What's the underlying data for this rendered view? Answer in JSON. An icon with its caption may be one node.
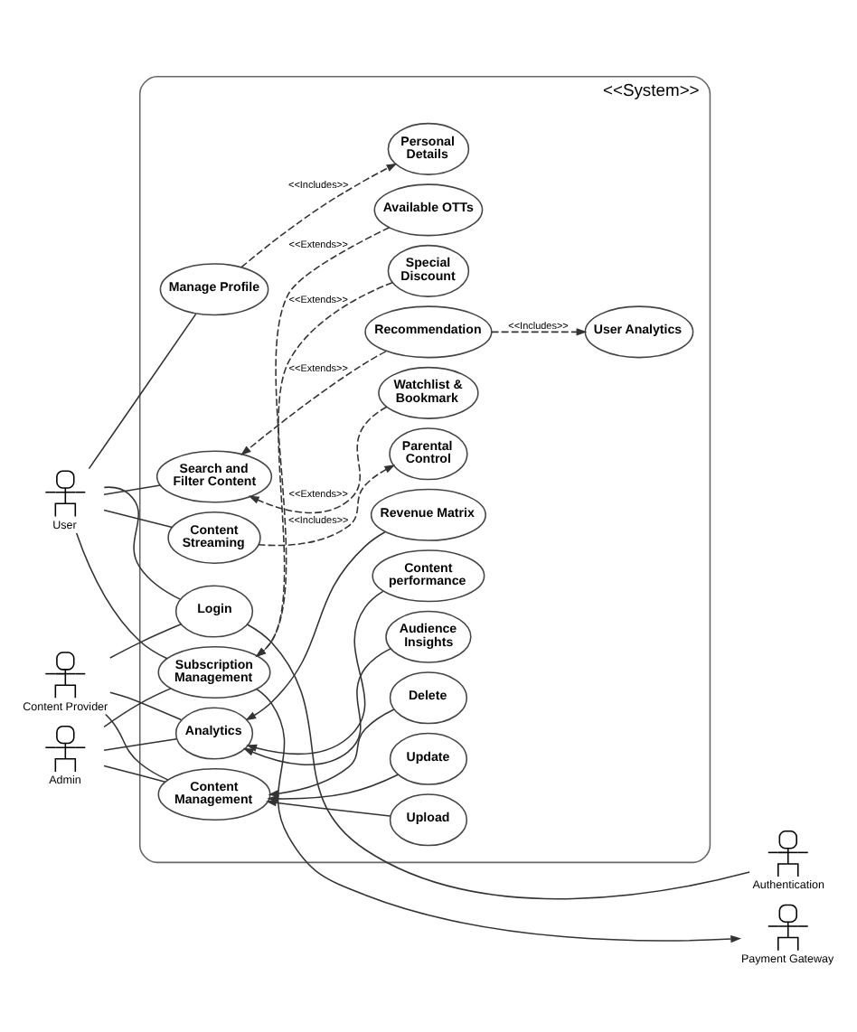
{
  "diagram": {
    "nodes": [
      {
        "text": [
          "User"
        ]
      },
      {
        "text": [
          "Content Provider"
        ]
      },
      {
        "text": [
          "Admin"
        ]
      },
      {
        "text": [
          "<<System>>"
        ]
      },
      {
        "text": [
          "Login"
        ],
        "in": 3
      },
      {
        "text": [
          "Manage Profile"
        ],
        "in": 3
      },
      {
        "text": [
          "Personal Details"
        ],
        "in": 3
      },
      {
        "text": [
          "Subscription Management"
        ],
        "in": 3
      },
      {
        "text": [
          "Special Discount"
        ],
        "in": 3
      },
      {
        "text": [
          "Available OTTs"
        ],
        "in": 3
      },
      {
        "text": [
          "Search and Filter Content"
        ],
        "in": 3
      },
      {
        "text": [
          "Watchlist & Bookmark"
        ],
        "in": 3
      },
      {
        "text": [
          "Recommendation"
        ],
        "in": 3
      },
      {
        "text": [
          "User Analytics"
        ],
        "in": 3
      },
      {
        "text": [
          "Content Streaming"
        ],
        "in": 3
      },
      {
        "text": [
          "Parental Control"
        ],
        "in": 3
      },
      {
        "text": [
          "Analytics"
        ],
        "in": 3
      },
      {
        "text": [
          "Audience Insights"
        ],
        "in": 3
      },
      {
        "text": [
          "Content performance"
        ],
        "in": 3
      },
      {
        "text": [
          "Revenue Matrix"
        ],
        "in": 3
      },
      {
        "text": [
          "Content Management"
        ],
        "in": 3
      },
      {
        "text": [
          "Upload"
        ],
        "in": 3
      },
      {
        "text": [
          "Update"
        ],
        "in": 3
      },
      {
        "text": [
          "Delete"
        ],
        "in": 3
      },
      {
        "text": [
          "Authentication"
        ]
      },
      {
        "text": [
          "Payment Gateway"
        ]
      }
    ],
    "edges": [
      {
        "from": 0,
        "to": 4,
        "arrow": "none"
      },
      {
        "from": 0,
        "to": 5,
        "arrow": "none"
      },
      {
        "from": 0,
        "to": 7,
        "arrow": "none"
      },
      {
        "from": 0,
        "to": 10,
        "arrow": "none"
      },
      {
        "from": 0,
        "to": 14,
        "arrow": "none"
      },
      {
        "from": 1,
        "to": 4,
        "arrow": "none"
      },
      {
        "from": 1,
        "to": 16,
        "arrow": "none"
      },
      {
        "from": 1,
        "to": 20,
        "arrow": "none"
      },
      {
        "from": 2,
        "to": 7,
        "arrow": "none"
      },
      {
        "from": 2,
        "to": 16,
        "arrow": "none"
      },
      {
        "from": 2,
        "to": 20,
        "arrow": "none"
      },
      {
        "from": 4,
        "to": 24,
        "arrow": "none"
      },
      {
        "from": 7,
        "to": 25,
        "arrow": "to"
      },
      {
        "from": 5,
        "to": 6,
        "arrow": "to",
        "style": "dashed",
        "label": "<<Includes>>"
      },
      {
        "from": 8,
        "to": 7,
        "arrow": "to",
        "style": "dashed",
        "label": "<<Extends>>"
      },
      {
        "from": 9,
        "to": 7,
        "arrow": "to",
        "style": "dashed",
        "label": "<<Extends>>"
      },
      {
        "from": 11,
        "to": 10,
        "arrow": "to",
        "style": "dashed",
        "label": "<<Extends>>"
      },
      {
        "from": 12,
        "to": 10,
        "arrow": "to",
        "style": "dashed",
        "label": "<<Extends>>"
      },
      {
        "from": 12,
        "to": 13,
        "arrow": "to",
        "style": "dashed",
        "label": "<<Includes>>"
      },
      {
        "from": 14,
        "to": 15,
        "arrow": "to",
        "style": "dashed",
        "label": "<<Includes>>"
      },
      {
        "from": 17,
        "to": 16,
        "arrow": "to"
      },
      {
        "from": 18,
        "to": 16,
        "arrow": "to"
      },
      {
        "from": 19,
        "to": 16,
        "arrow": "to"
      },
      {
        "from": 21,
        "to": 20,
        "arrow": "to"
      },
      {
        "from": 22,
        "to": 20,
        "arrow": "to"
      },
      {
        "from": 23,
        "to": 20,
        "arrow": "to"
      }
    ]
  }
}
